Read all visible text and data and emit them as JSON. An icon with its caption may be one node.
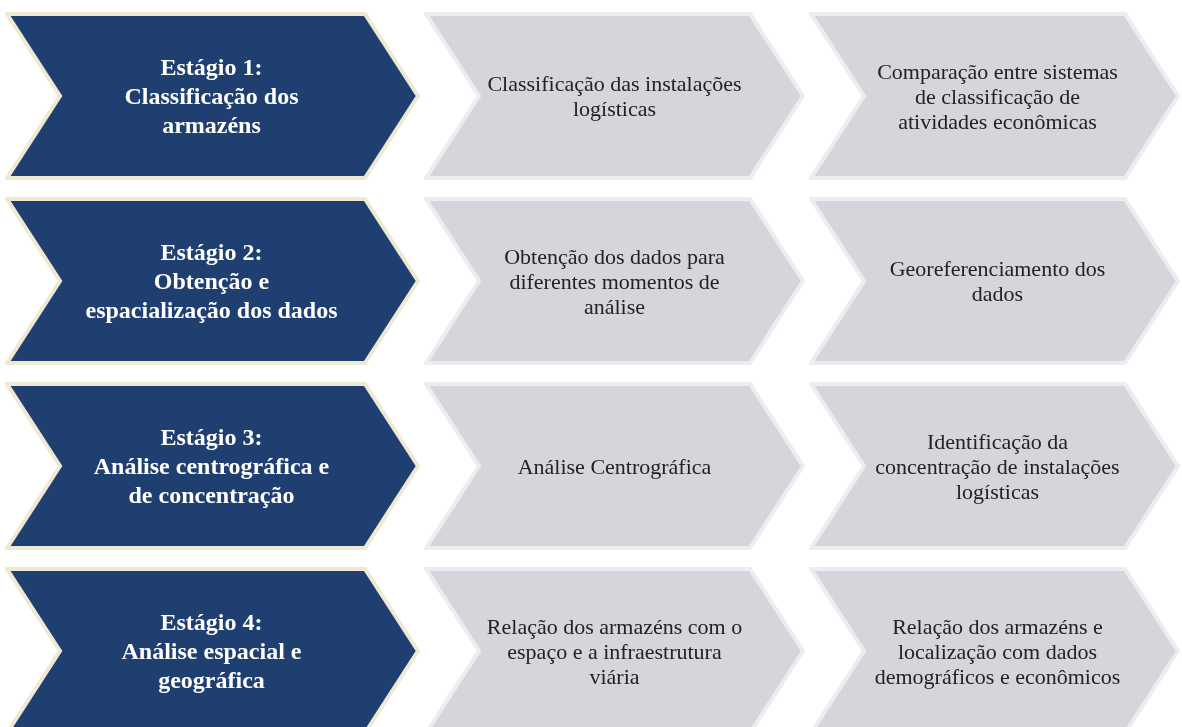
{
  "diagram": {
    "nodes": [
      {
        "text": [
          "Estágio 1:",
          "Classificação dos armazéns"
        ]
      },
      {
        "text": [
          "Classificação das instalações logísticas"
        ]
      },
      {
        "text": [
          "Comparação entre sistemas de classificação de atividades econômicas"
        ]
      },
      {
        "text": [
          "Estágio 2:",
          "Obtenção e espacialização dos dados"
        ]
      },
      {
        "text": [
          "Obtenção dos dados para diferentes momentos de análise"
        ]
      },
      {
        "text": [
          "Georeferenciamento dos dados"
        ]
      },
      {
        "text": [
          "Estágio 3:",
          "Análise centrográfica e de concentração"
        ]
      },
      {
        "text": [
          "Análise Centrográfica"
        ]
      },
      {
        "text": [
          "Identificação da concentração de instalações logísticas"
        ]
      },
      {
        "text": [
          "Estágio 4:",
          "Análise espacial e geográfica"
        ]
      },
      {
        "text": [
          "Relação dos armazéns com o espaço e a infraestrutura viária"
        ]
      },
      {
        "text": [
          "Relação dos armazéns e localização com dados demográficos e econômicos"
        ]
      }
    ],
    "edges": []
  }
}
